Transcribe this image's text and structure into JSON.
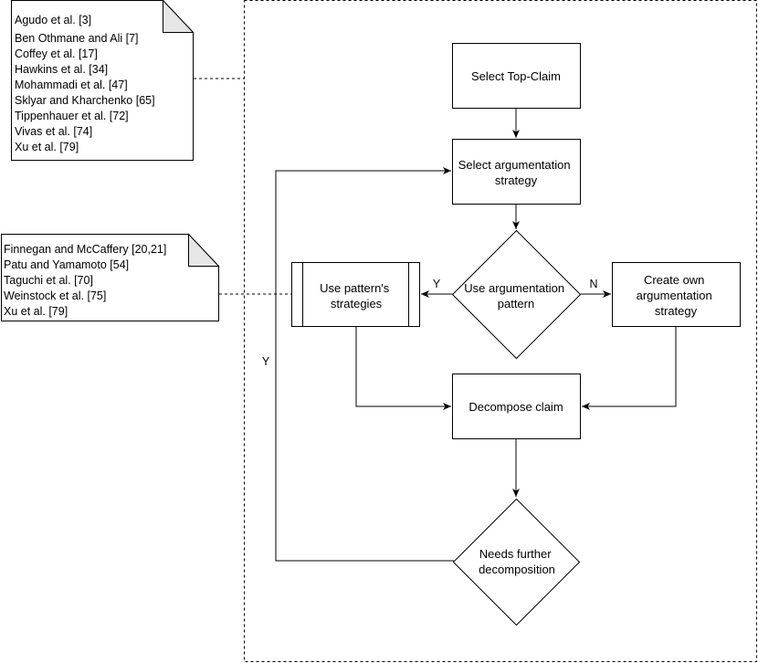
{
  "references_box_1": [
    "Agudo et al. [3]",
    "Ben Othmane and Ali [7]",
    "Coffey et al. [17]",
    "Hawkins et al. [34]",
    "Mohammadi et al. [47]",
    "Sklyar and Kharchenko [65]",
    "Tippenhauer et al. [72]",
    "Vivas et al. [74]",
    "Xu et al. [79]"
  ],
  "references_box_2": [
    "Finnegan and McCaffery [20,21]",
    "Patu and Yamamoto [54]",
    "Taguchi et al. [70]",
    "Weinstock et al. [75]",
    "Xu et al. [79]"
  ],
  "nodes": {
    "select_top_claim": "Select Top-Claim",
    "select_strategy": [
      "Select argumentation",
      "strategy"
    ],
    "use_pattern_decision": [
      "Use argumentation",
      "pattern"
    ],
    "use_pattern_strategies": [
      "Use pattern's",
      "strategies"
    ],
    "create_own_strategy": [
      "Create own",
      "argumentation",
      "strategy"
    ],
    "decompose_claim": "Decompose claim",
    "needs_decomposition": [
      "Needs further",
      "decomposition"
    ]
  },
  "edge_labels": {
    "yes_pattern": "Y",
    "no_pattern": "N",
    "yes_loop": "Y"
  },
  "colors": {
    "stroke": "#000000",
    "note_fold": "#e6e6e6",
    "background": "#ffffff"
  }
}
